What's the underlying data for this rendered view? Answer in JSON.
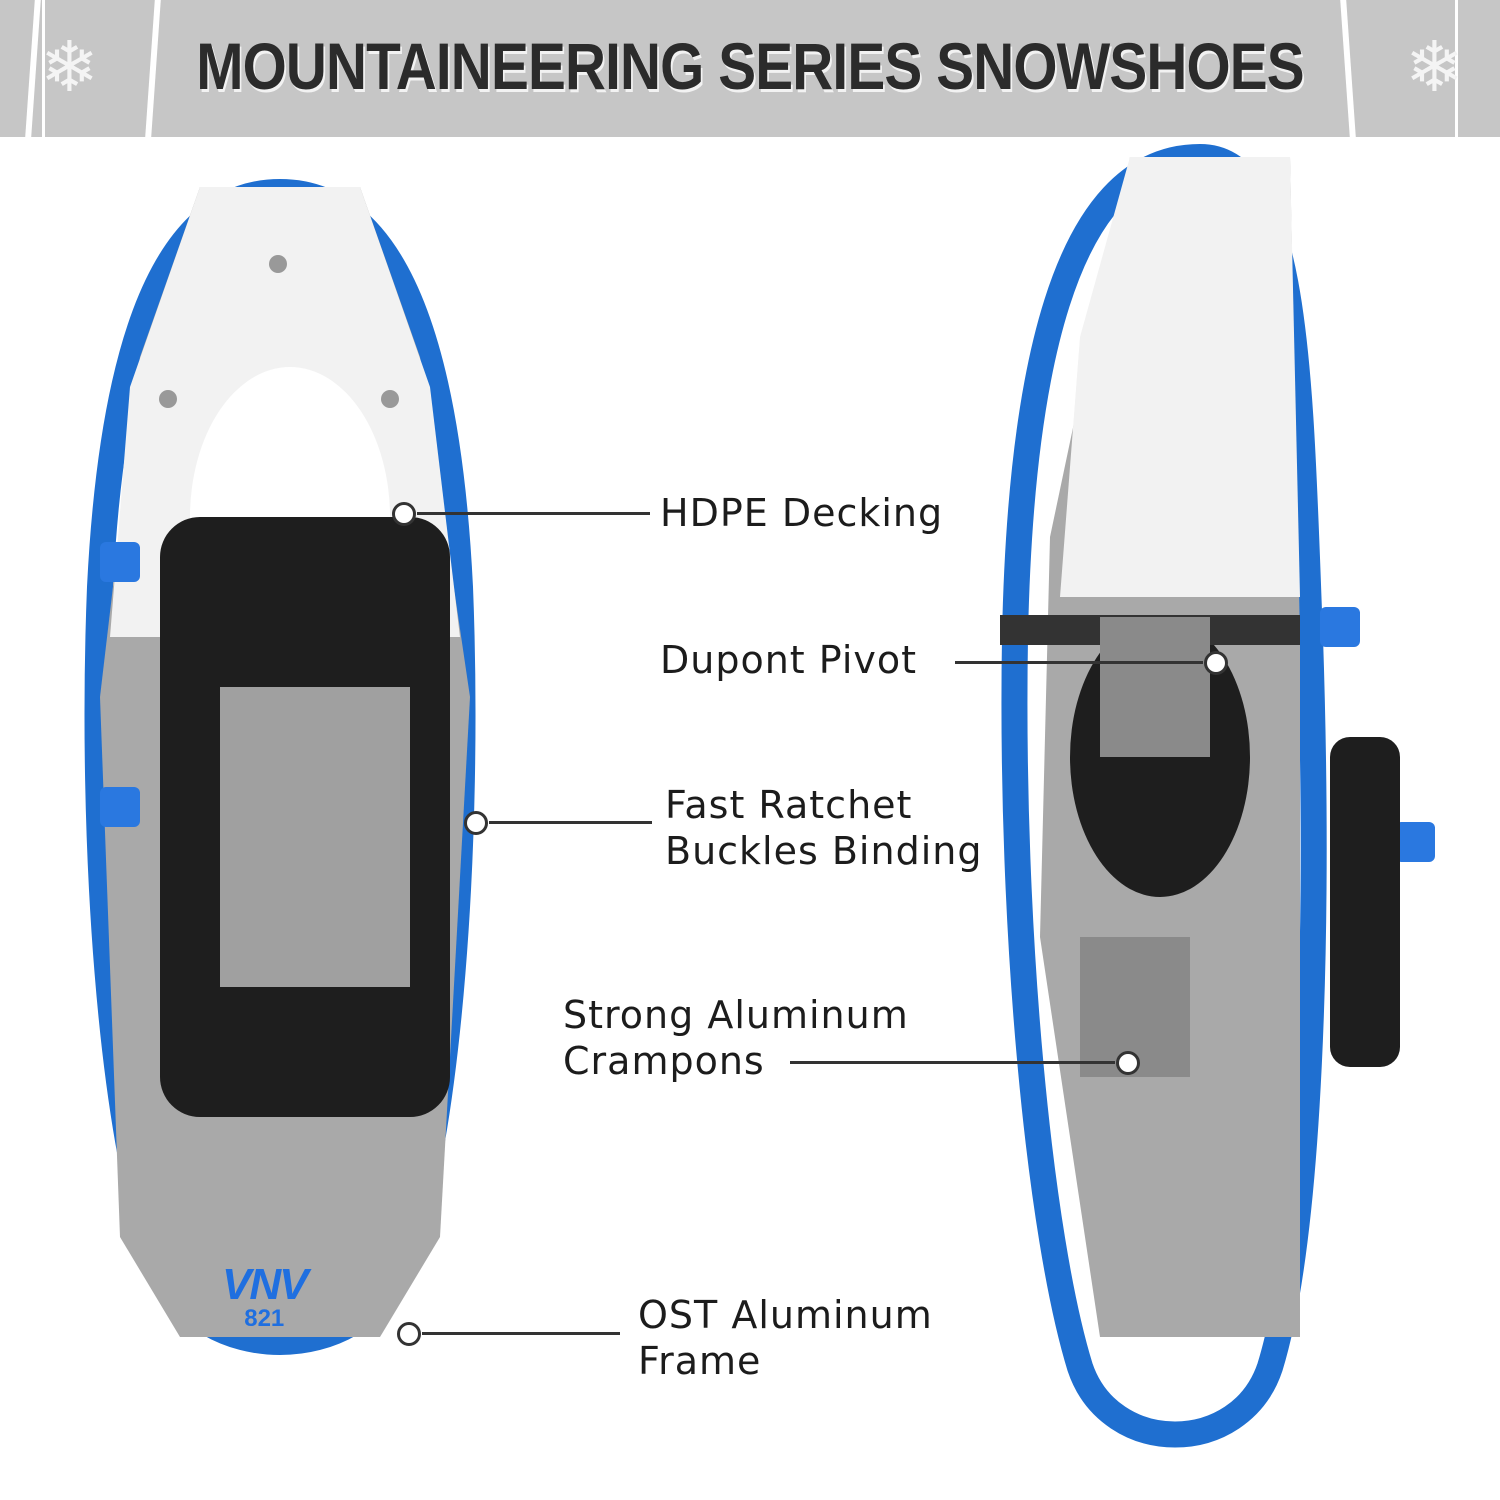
{
  "banner": {
    "title": "MOUNTAINEERING SERIES SNOWSHOES",
    "icon": "snowflake-icon"
  },
  "logo": {
    "brand": "VNV",
    "model": "821"
  },
  "callouts": [
    {
      "lines": [
        "HDPE Decking"
      ]
    },
    {
      "lines": [
        "Dupont Pivot"
      ]
    },
    {
      "lines": [
        "Fast Ratchet",
        "Buckles Binding"
      ]
    },
    {
      "lines": [
        "Strong Aluminum",
        "Crampons"
      ]
    },
    {
      "lines": [
        "OST Aluminum",
        "Frame"
      ]
    }
  ],
  "colors": {
    "frame": "#1f6fd0",
    "deck_white": "#f2f2f2",
    "deck_gray": "#a9a9a9",
    "binding": "#1e1e1e",
    "buckle": "#2a78e0",
    "banner": "#c6c6c6"
  }
}
